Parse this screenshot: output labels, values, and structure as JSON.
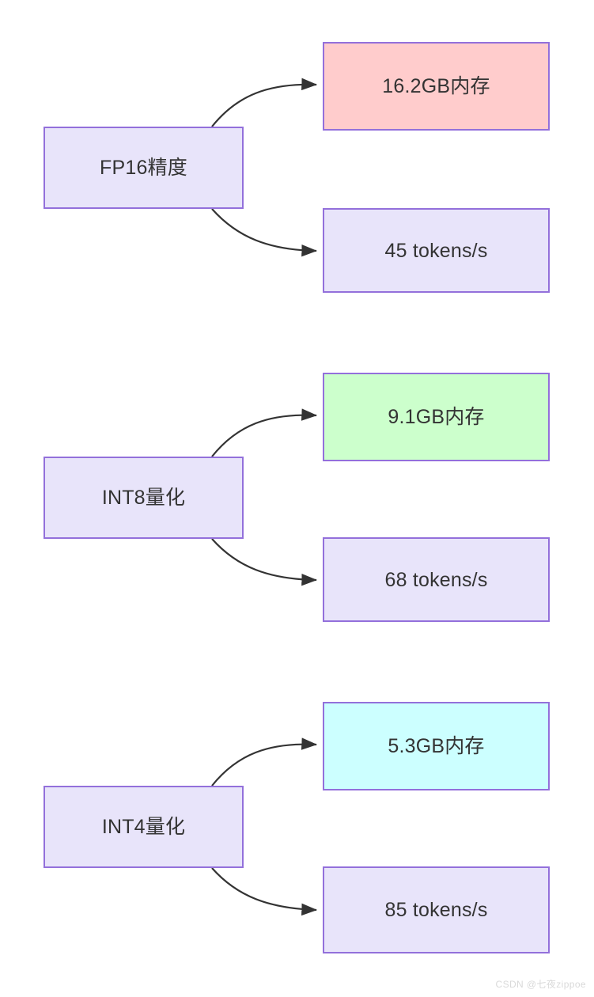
{
  "diagram": {
    "type": "flowchart",
    "direction": "left-to-right",
    "groups": [
      {
        "id": "fp16",
        "source": {
          "label": "FP16精度",
          "fill": "#e8e4fa",
          "stroke": "#9370db"
        },
        "targets": [
          {
            "id": "fp16-memory",
            "label": "16.2GB内存",
            "fill": "#ffcccc",
            "stroke": "#9370db",
            "metric": "memory",
            "value": 16.2,
            "unit": "GB"
          },
          {
            "id": "fp16-speed",
            "label": "45 tokens/s",
            "fill": "#e8e4fa",
            "stroke": "#9370db",
            "metric": "throughput",
            "value": 45,
            "unit": "tokens/s"
          }
        ]
      },
      {
        "id": "int8",
        "source": {
          "label": "INT8量化",
          "fill": "#e8e4fa",
          "stroke": "#9370db"
        },
        "targets": [
          {
            "id": "int8-memory",
            "label": "9.1GB内存",
            "fill": "#ccffcc",
            "stroke": "#9370db",
            "metric": "memory",
            "value": 9.1,
            "unit": "GB"
          },
          {
            "id": "int8-speed",
            "label": "68 tokens/s",
            "fill": "#e8e4fa",
            "stroke": "#9370db",
            "metric": "throughput",
            "value": 68,
            "unit": "tokens/s"
          }
        ]
      },
      {
        "id": "int4",
        "source": {
          "label": "INT4量化",
          "fill": "#e8e4fa",
          "stroke": "#9370db"
        },
        "targets": [
          {
            "id": "int4-memory",
            "label": "5.3GB内存",
            "fill": "#ccffff",
            "stroke": "#9370db",
            "metric": "memory",
            "value": 5.3,
            "unit": "GB"
          },
          {
            "id": "int4-speed",
            "label": "85 tokens/s",
            "fill": "#e8e4fa",
            "stroke": "#9370db",
            "metric": "throughput",
            "value": 85,
            "unit": "tokens/s"
          }
        ]
      }
    ],
    "edge_color": "#333333",
    "watermark": "CSDN @七夜zippoe"
  }
}
